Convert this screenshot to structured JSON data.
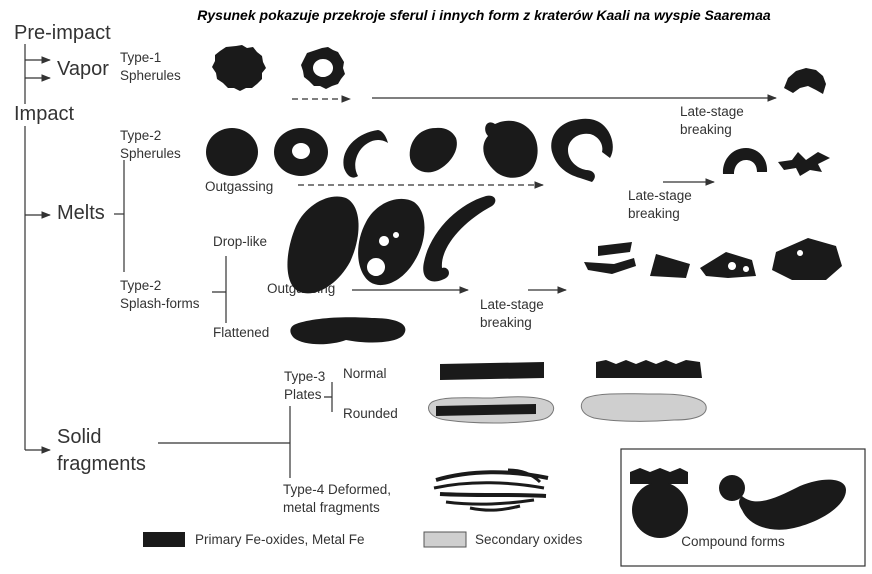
{
  "caption": "Rysunek pokazuje przekroje sferul i innych form z kraterów Kaali na wyspie Saaremaa",
  "stages": {
    "pre_impact": "Pre-impact",
    "vapor": "Vapor",
    "impact": "Impact",
    "melts": "Melts",
    "solid_1": "Solid",
    "solid_2": "fragments"
  },
  "types": {
    "type1_a": "Type-1",
    "type1_b": "Spherules",
    "type2s_a": "Type-2",
    "type2s_b": "Spherules",
    "type2f_a": "Type-2",
    "type2f_b": "Splash-forms",
    "drop_like": "Drop-like",
    "flattened": "Flattened",
    "type3_a": "Type-3",
    "type3_b": "Plates",
    "normal": "Normal",
    "rounded": "Rounded",
    "type4_a": "Type-4 Deformed,",
    "type4_b": "metal fragments"
  },
  "processes": {
    "outgassing_1": "Outgassing",
    "outgassing_2": "Outgassing",
    "late_1a": "Late-stage",
    "late_1b": "breaking",
    "late_2a": "Late-stage",
    "late_2b": "breaking",
    "late_3a": "Late-stage",
    "late_3b": "breaking"
  },
  "legend": {
    "primary": "Primary Fe-oxides, Metal Fe",
    "secondary": "Secondary oxides",
    "compound": "Compound forms"
  },
  "colors": {
    "primary": "#1a1a1a",
    "secondary": "#cfcfcf",
    "lines": "#333333"
  }
}
